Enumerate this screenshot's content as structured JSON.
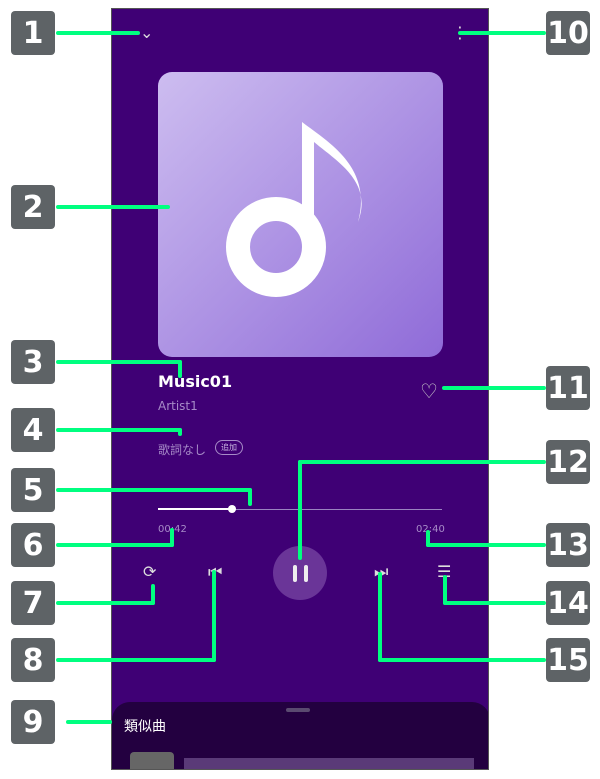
{
  "player": {
    "title": "Music01",
    "artist": "Artist1",
    "lyrics": "歌詞なし",
    "lyrics_add": "追加",
    "elapsed": "00:42",
    "duration": "02:40",
    "progress_fraction": 0.26
  },
  "sheet": {
    "title": "類似曲"
  },
  "callouts": [
    "1",
    "2",
    "3",
    "4",
    "5",
    "6",
    "7",
    "8",
    "9",
    "10",
    "11",
    "12",
    "13",
    "14",
    "15"
  ]
}
